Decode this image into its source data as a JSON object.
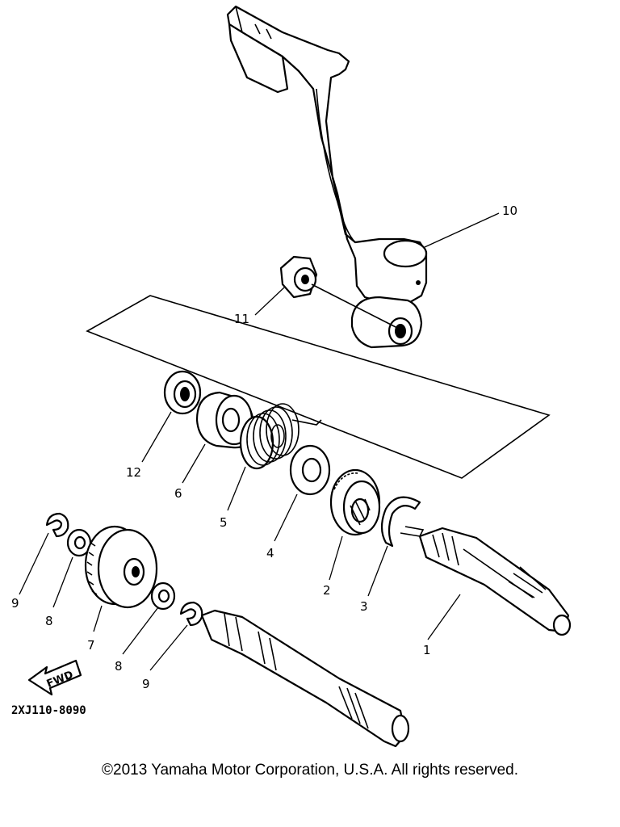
{
  "part_labels": {
    "p1": "1",
    "p2": "2",
    "p3": "3",
    "p4": "4",
    "p5": "5",
    "p6": "6",
    "p7": "7",
    "p8a": "8",
    "p8b": "8",
    "p9a": "9",
    "p9b": "9",
    "p10": "10",
    "p11": "11",
    "p12": "12"
  },
  "fwd_arrow": {
    "label": "FWD"
  },
  "diagram_code": "2XJ110-8090",
  "copyright": "©2013 Yamaha Motor Corporation, U.S.A. All rights reserved."
}
